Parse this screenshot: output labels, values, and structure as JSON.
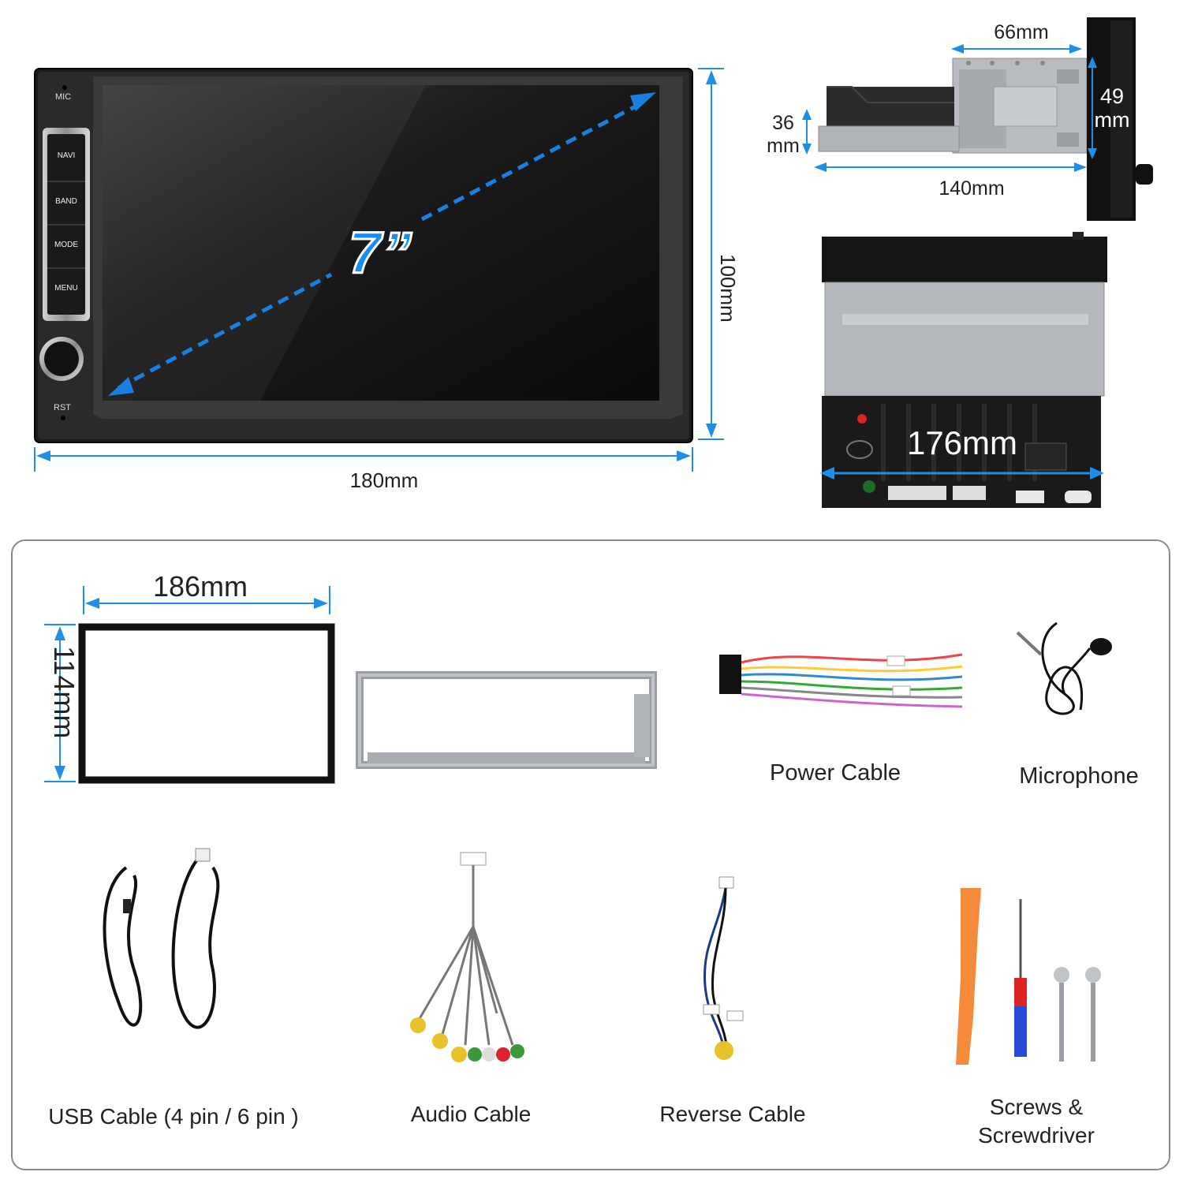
{
  "unit": {
    "diagonal": "7”",
    "width_label": "180mm",
    "height_label": "100mm",
    "buttons": {
      "mic": "MIC",
      "navi": "NAVI",
      "band": "BAND",
      "mode": "MODE",
      "menu": "MENU",
      "rst": "RST"
    }
  },
  "side_view": {
    "top_width": "66mm",
    "depth": "140mm",
    "chassis_height_num": "36",
    "chassis_height_unit": "mm",
    "front_height_num": "49",
    "front_height_unit": "mm"
  },
  "bottom_view": {
    "width": "176mm"
  },
  "accessories": {
    "frame_width": "186mm",
    "frame_height": "114mm",
    "power_cable": "Power Cable",
    "microphone": "Microphone",
    "usb_cable": "USB Cable (4 pin / 6 pin )",
    "audio_cable": "Audio Cable",
    "reverse_cable": "Reverse Cable",
    "screws_line1": "Screws &",
    "screws_line2": "Screwdriver"
  },
  "colors": {
    "dimension_arrow": "#1e8ee6",
    "diagonal_arrow": "#1a7fe0",
    "screen": "#101010",
    "chassis_metal": "#b4b8bc"
  }
}
